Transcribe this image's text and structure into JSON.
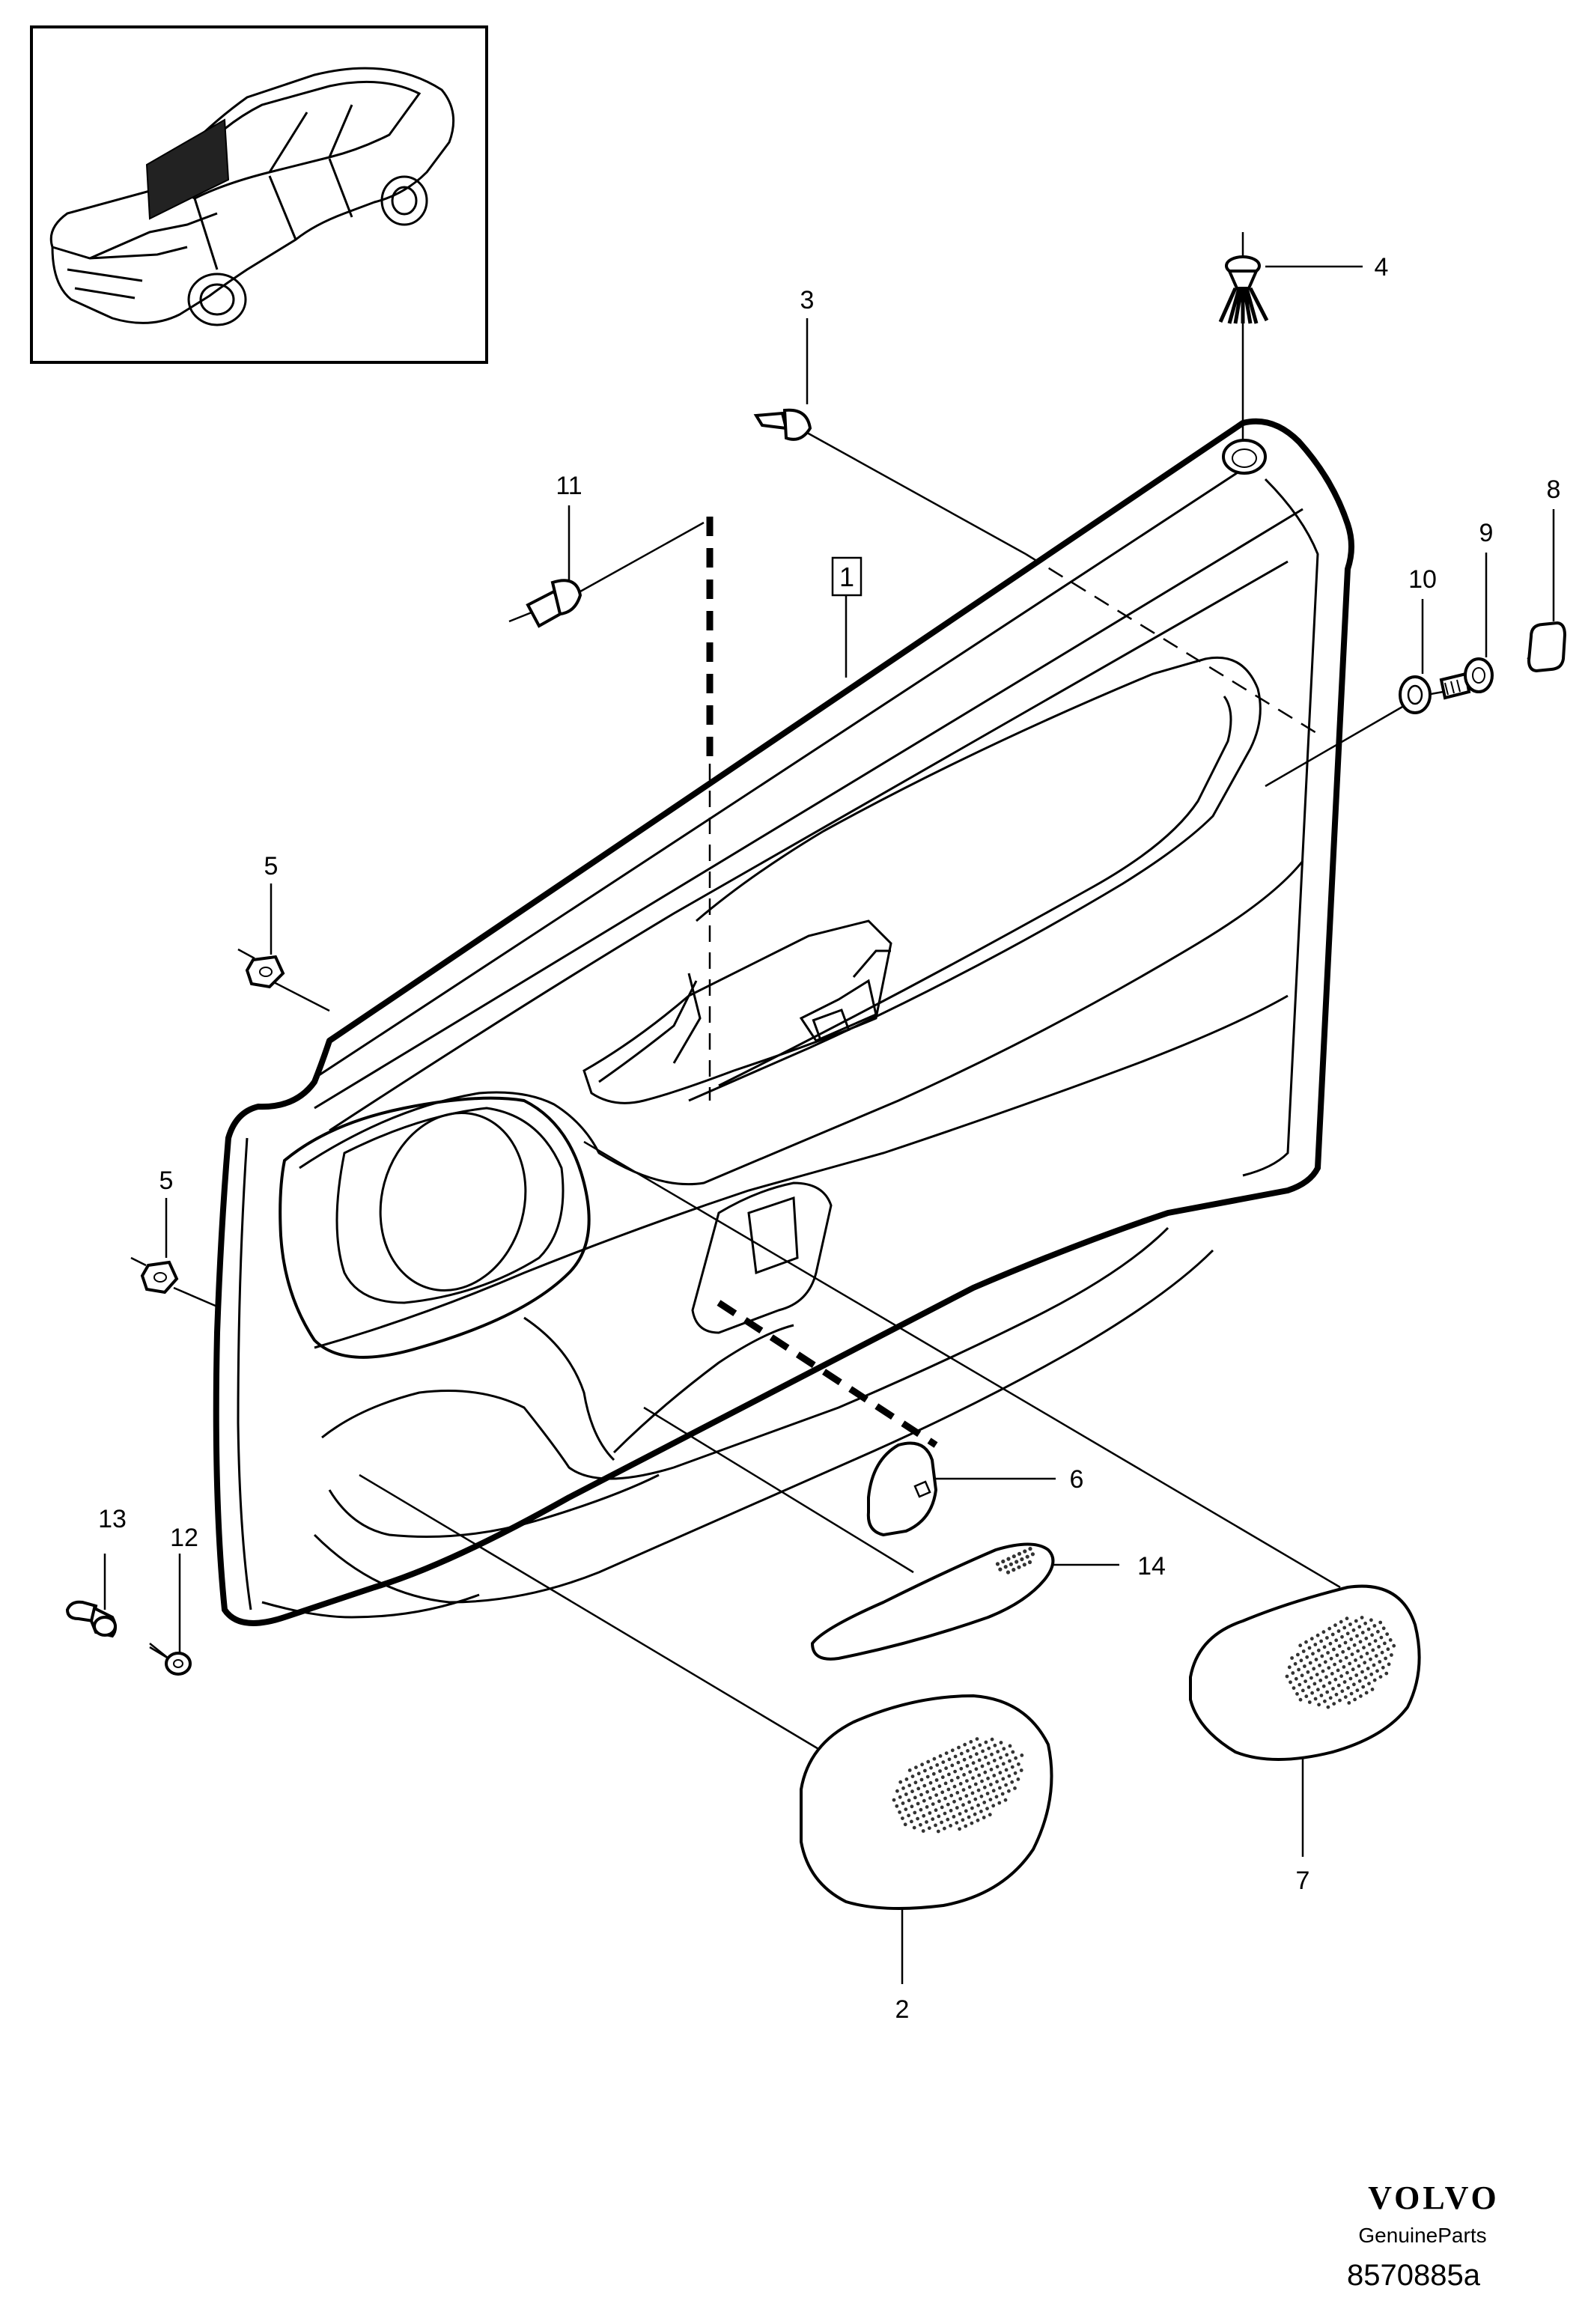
{
  "diagram": {
    "callouts": [
      {
        "id": "c1",
        "label": "1"
      },
      {
        "id": "c2",
        "label": "2"
      },
      {
        "id": "c3",
        "label": "3"
      },
      {
        "id": "c4",
        "label": "4"
      },
      {
        "id": "c5a",
        "label": "5"
      },
      {
        "id": "c5b",
        "label": "5"
      },
      {
        "id": "c6",
        "label": "6"
      },
      {
        "id": "c7",
        "label": "7"
      },
      {
        "id": "c8",
        "label": "8"
      },
      {
        "id": "c9",
        "label": "9"
      },
      {
        "id": "c10",
        "label": "10"
      },
      {
        "id": "c11",
        "label": "11"
      },
      {
        "id": "c12",
        "label": "12"
      },
      {
        "id": "c13",
        "label": "13"
      },
      {
        "id": "c14",
        "label": "14"
      }
    ]
  },
  "footer": {
    "brand": "VOLVO",
    "subtitle": "GenuineParts",
    "reference": "8570885a"
  }
}
